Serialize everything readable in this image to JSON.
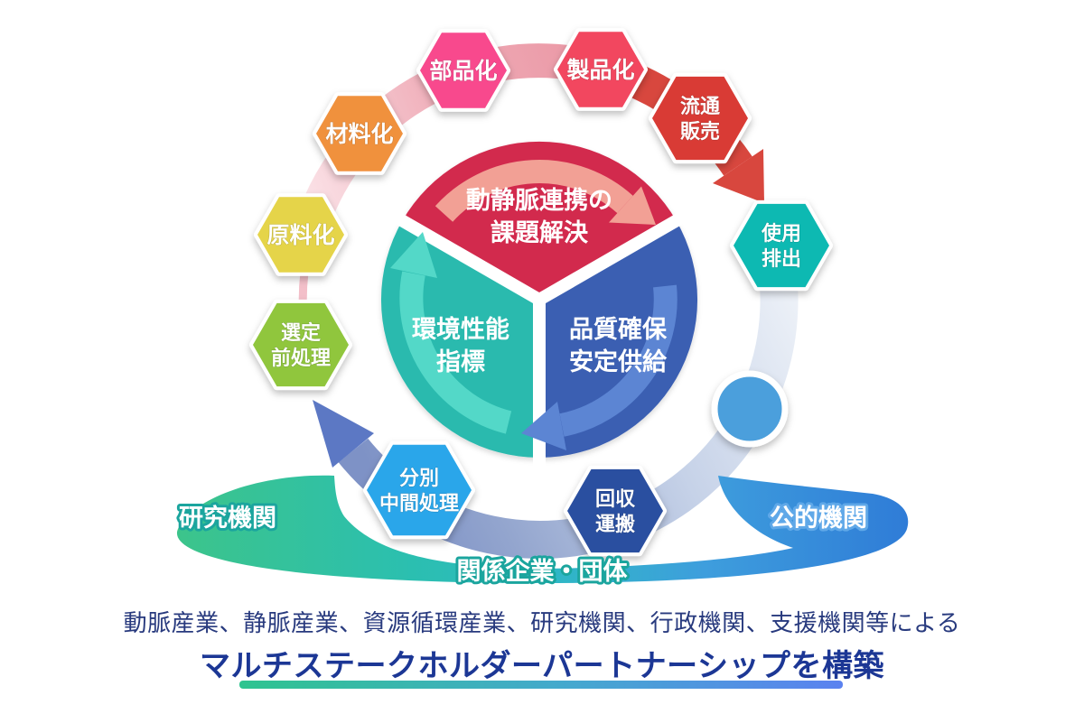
{
  "center_pie": {
    "segments": [
      {
        "name": "arterial-venous-collaboration",
        "lines": [
          "動静脈連携の",
          "課題解決"
        ],
        "color": "#D2294E",
        "arrow_color": "#F2A095"
      },
      {
        "name": "environmental-performance-index",
        "lines": [
          "環境性能",
          "指標"
        ],
        "color": "#2CBAAE",
        "arrow_color": "#53D8C8"
      },
      {
        "name": "quality-stable-supply",
        "lines": [
          "品質確保",
          "安定供給"
        ],
        "color": "#3B5FB2",
        "arrow_color": "#5C85D3"
      }
    ]
  },
  "cycle_hexagons": [
    {
      "name": "parts",
      "lines": [
        "部品化"
      ],
      "color": "#F8498D"
    },
    {
      "name": "products",
      "lines": [
        "製品化"
      ],
      "color": "#F2465F"
    },
    {
      "name": "distribution-sales",
      "lines": [
        "流通",
        "販売"
      ],
      "color": "#D93B34"
    },
    {
      "name": "use-discharge",
      "lines": [
        "使用",
        "排出"
      ],
      "color": "#0EB9B2"
    },
    {
      "name": "materials",
      "lines": [
        "材料化"
      ],
      "color": "#F0913E"
    },
    {
      "name": "raw-materials",
      "lines": [
        "原料化"
      ],
      "color": "#E5D44A"
    },
    {
      "name": "selection-pretreatment",
      "lines": [
        "選定",
        "前処理"
      ],
      "color": "#90C63E"
    },
    {
      "name": "sorting-intermediate-treatment",
      "lines": [
        "分別",
        "中間処理"
      ],
      "color": "#2BA6EA"
    },
    {
      "name": "collection-transport",
      "lines": [
        "回収",
        "運搬"
      ],
      "color": "#2C4FA0"
    }
  ],
  "stakeholder_ring": {
    "left_label": "研究機関",
    "right_label": "公的機関",
    "bottom_label": "関係企業・団体"
  },
  "caption": {
    "line1": "動脈産業、静脈産業、資源循環産業、研究機関、行政機関、支援機関等による",
    "line2": "マルチステークホルダーパートナーシップを構築",
    "line1_color": "#283A7E",
    "line2_color": "#1C3795"
  },
  "palette": {
    "pink_band": [
      "#FBE3E8",
      "#E9919F"
    ],
    "red_cycle_arrow": "#D8473E",
    "recycle_band": [
      "#EEF2F8",
      "#7E92C6"
    ],
    "recycle_arrowhead": "#5C78C4",
    "node_circle": "#4B9FDC",
    "ring_gradient": [
      "#3CC48B",
      "#2BBFB0",
      "#2FB7C6",
      "#3E9EDD",
      "#2F7CD7"
    ],
    "underline_gradient": [
      "#2EC48F",
      "#5B82F0"
    ]
  }
}
